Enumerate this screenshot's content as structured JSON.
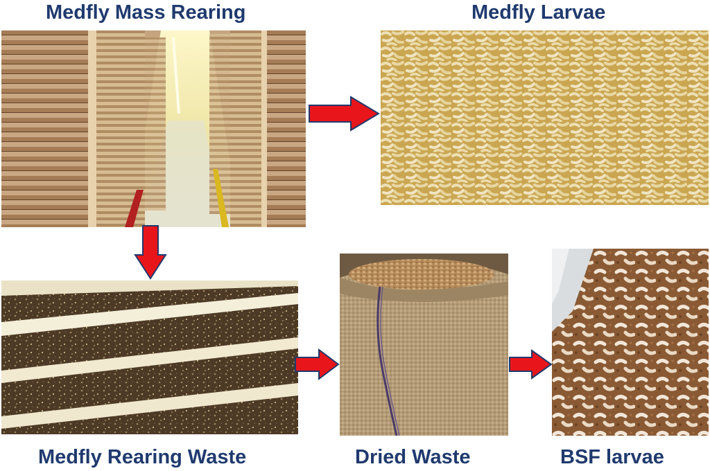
{
  "labels": {
    "mass_rearing": "Medfly Mass Rearing",
    "larvae": "Medfly Larvae",
    "rearing_waste": "Medfly Rearing Waste",
    "dried_waste": "Dried Waste",
    "bsf_larvae": "BSF larvae"
  },
  "colors": {
    "label_text": "#1f3a6e",
    "arrow_fill": "#e8161b",
    "arrow_stroke": "#1f3a6e"
  },
  "icons": {
    "arrow": "red-arrow-icon"
  }
}
